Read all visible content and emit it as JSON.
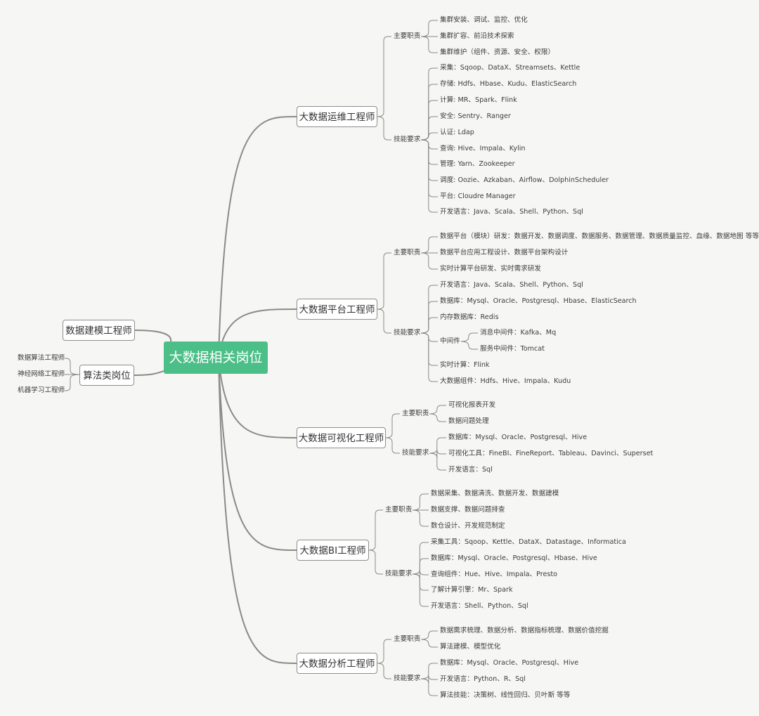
{
  "root": "大数据相关岗位",
  "left": {
    "modeling": "数据建模工程师",
    "algorithm": {
      "label": "算法类岗位",
      "items": [
        "数据算法工程师",
        "神经网络工程师",
        "机器学习工程师"
      ]
    }
  },
  "branches": [
    {
      "title": "大数据运维工程师",
      "duties_label": "主要职责",
      "duties": [
        "集群安装、调试、监控、优化",
        "集群扩容、前沿技术探索",
        "集群维护（组件、资源、安全、权限）"
      ],
      "skills_label": "技能要求",
      "skills": [
        "采集：Sqoop、DataX、Streamsets、Kettle",
        "存储: Hdfs、Hbase、Kudu、ElasticSearch",
        "计算: MR、Spark、Flink",
        "安全: Sentry、Ranger",
        "认证: Ldap",
        "查询: Hive、Impala、Kylin",
        "管理: Yarn、Zookeeper",
        "调度: Oozie、Azkaban、Airflow、DolphinScheduler",
        "平台: Cloudre Manager",
        "开发语言：Java、Scala、Shell、Python、Sql"
      ]
    },
    {
      "title": "大数据平台工程师",
      "duties_label": "主要职责",
      "duties": [
        "数据平台（模块）研发：数据开发、数据调度、数据服务、数据管理、数据质量监控、血缘、数据地图 等等",
        "数据平台应用工程设计、数据平台架构设计",
        "实时计算平台研发、实时需求研发"
      ],
      "skills_label": "技能要求",
      "skills": [
        "开发语言：Java、Scala、Shell、Python、Sql",
        "数据库：Mysql、Oracle、Postgresql、Hbase、ElasticSearch",
        "内存数据库：Redis",
        "中间件",
        "实时计算：Flink",
        "大数据组件：Hdfs、Hive、Impala、Kudu"
      ],
      "middleware": [
        "消息中间件：Kafka、Mq",
        "服务中间件：Tomcat"
      ]
    },
    {
      "title": "大数据可视化工程师",
      "duties_label": "主要职责",
      "duties": [
        "可视化报表开发",
        "数据问题处理"
      ],
      "skills_label": "技能要求",
      "skills": [
        "数据库：Mysql、Oracle、Postgresql、Hive",
        "可视化工具：FineBI、FineReport、Tableau、Davinci、Superset",
        "开发语言：Sql"
      ]
    },
    {
      "title": "大数据BI工程师",
      "duties_label": "主要职责",
      "duties": [
        "数据采集、数据清洗、数据开发、数据建模",
        "数据支撑、数据问题排查",
        "数仓设计、开发规范制定"
      ],
      "skills_label": "技能要求",
      "skills": [
        "采集工具：Sqoop、Kettle、DataX、Datastage、Informatica",
        "数据库：Mysql、Oracle、Postgresql、Hbase、Hive",
        "查询组件：Hue、Hive、Impala、Presto",
        "了解计算引擎：Mr、Spark",
        "开发语言：Shell、Python、Sql"
      ]
    },
    {
      "title": "大数据分析工程师",
      "duties_label": "主要职责",
      "duties": [
        "数据需求梳理、数据分析、数据指标梳理、数据价值挖掘",
        "算法建模、模型优化"
      ],
      "skills_label": "技能要求",
      "skills": [
        "数据库：Mysql、Oracle、Postgresql、Hive",
        "开发语言：Python、R、Sql",
        "算法技能：决策树、线性回归、贝叶斯 等等"
      ]
    }
  ],
  "colors": {
    "root": "#4cbf88",
    "line": "#8a8a8a",
    "background": "#f6f6f4"
  }
}
